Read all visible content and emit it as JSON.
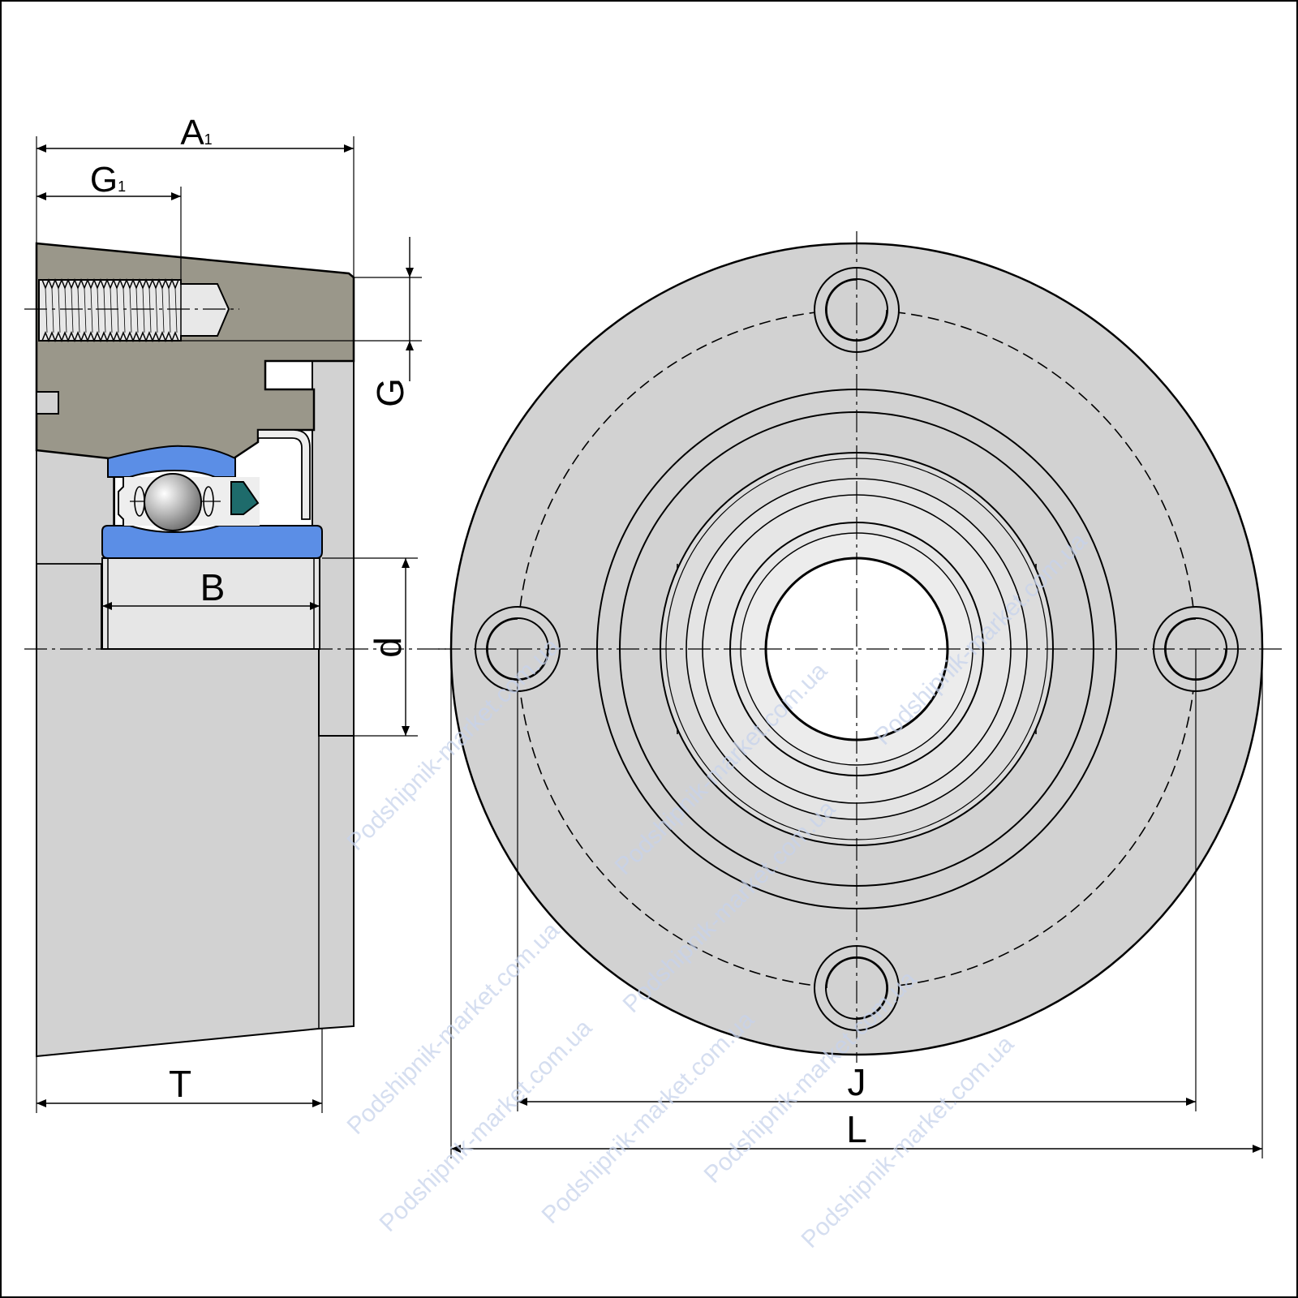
{
  "labels": {
    "A1": {
      "main": "A",
      "sub": "1"
    },
    "G1": {
      "main": "G",
      "sub": "1"
    },
    "G": "G",
    "B": "B",
    "d": "d",
    "T": "T",
    "J": "J",
    "L": "L"
  },
  "watermark": "Podshipnik-market.com.ua",
  "colors": {
    "housing_section": "#9a978a",
    "housing_face": "#d2d2d2",
    "bearing_ring": "#5b8ee6",
    "bore": "#e6e6e6",
    "seal": "#1e6b6b",
    "line": "#000000"
  }
}
